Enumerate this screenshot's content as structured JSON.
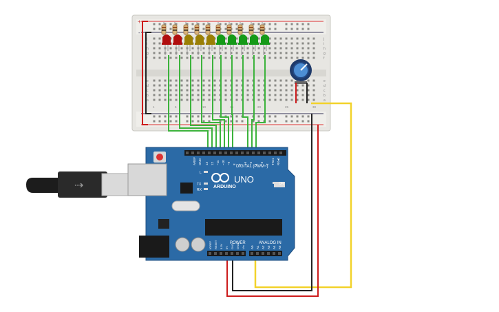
{
  "board": {
    "brand": "ARDUINO",
    "model": "UNO",
    "digital_header": "DIGITAL (PWM~)",
    "power_header": "POWER",
    "analog_header": "ANALOG IN",
    "on_label": "ON",
    "l_label": "L",
    "tx_label": "TX",
    "rx_label": "RX",
    "aref": "AREF",
    "gnd_top": "GND",
    "digital_pins": [
      "13",
      "12",
      "~11",
      "~10",
      "~9",
      "8",
      "7",
      "~6",
      "~5",
      "4",
      "~3",
      "2",
      "TX▸1",
      "RX◂0"
    ],
    "power_pins": [
      "IOREF",
      "RESET",
      "3.3V",
      "5V",
      "GND",
      "GND",
      "Vin"
    ],
    "analog_pins": [
      "A0",
      "A1",
      "A2",
      "A3",
      "A4",
      "A5"
    ]
  },
  "breadboard": {
    "row_letters_top": [
      "j",
      "i",
      "h",
      "g",
      "f"
    ],
    "row_letters_bottom": [
      "e",
      "d",
      "c",
      "b",
      "a"
    ],
    "rail_plus": "+",
    "rail_minus": "-",
    "column_numbers": [
      "1",
      "5",
      "10",
      "15",
      "20",
      "25",
      "30"
    ]
  },
  "leds": {
    "colors": [
      "#b00e0e",
      "#b00e0e",
      "#9a7f05",
      "#9a7f05",
      "#9a7f05",
      "#159a18",
      "#159a18",
      "#159a18",
      "#159a18",
      "#159a18"
    ]
  },
  "wires": {
    "green": "#3cb33c",
    "yellow": "#f2d22a",
    "red": "#cc1b1b",
    "black": "#222222"
  }
}
